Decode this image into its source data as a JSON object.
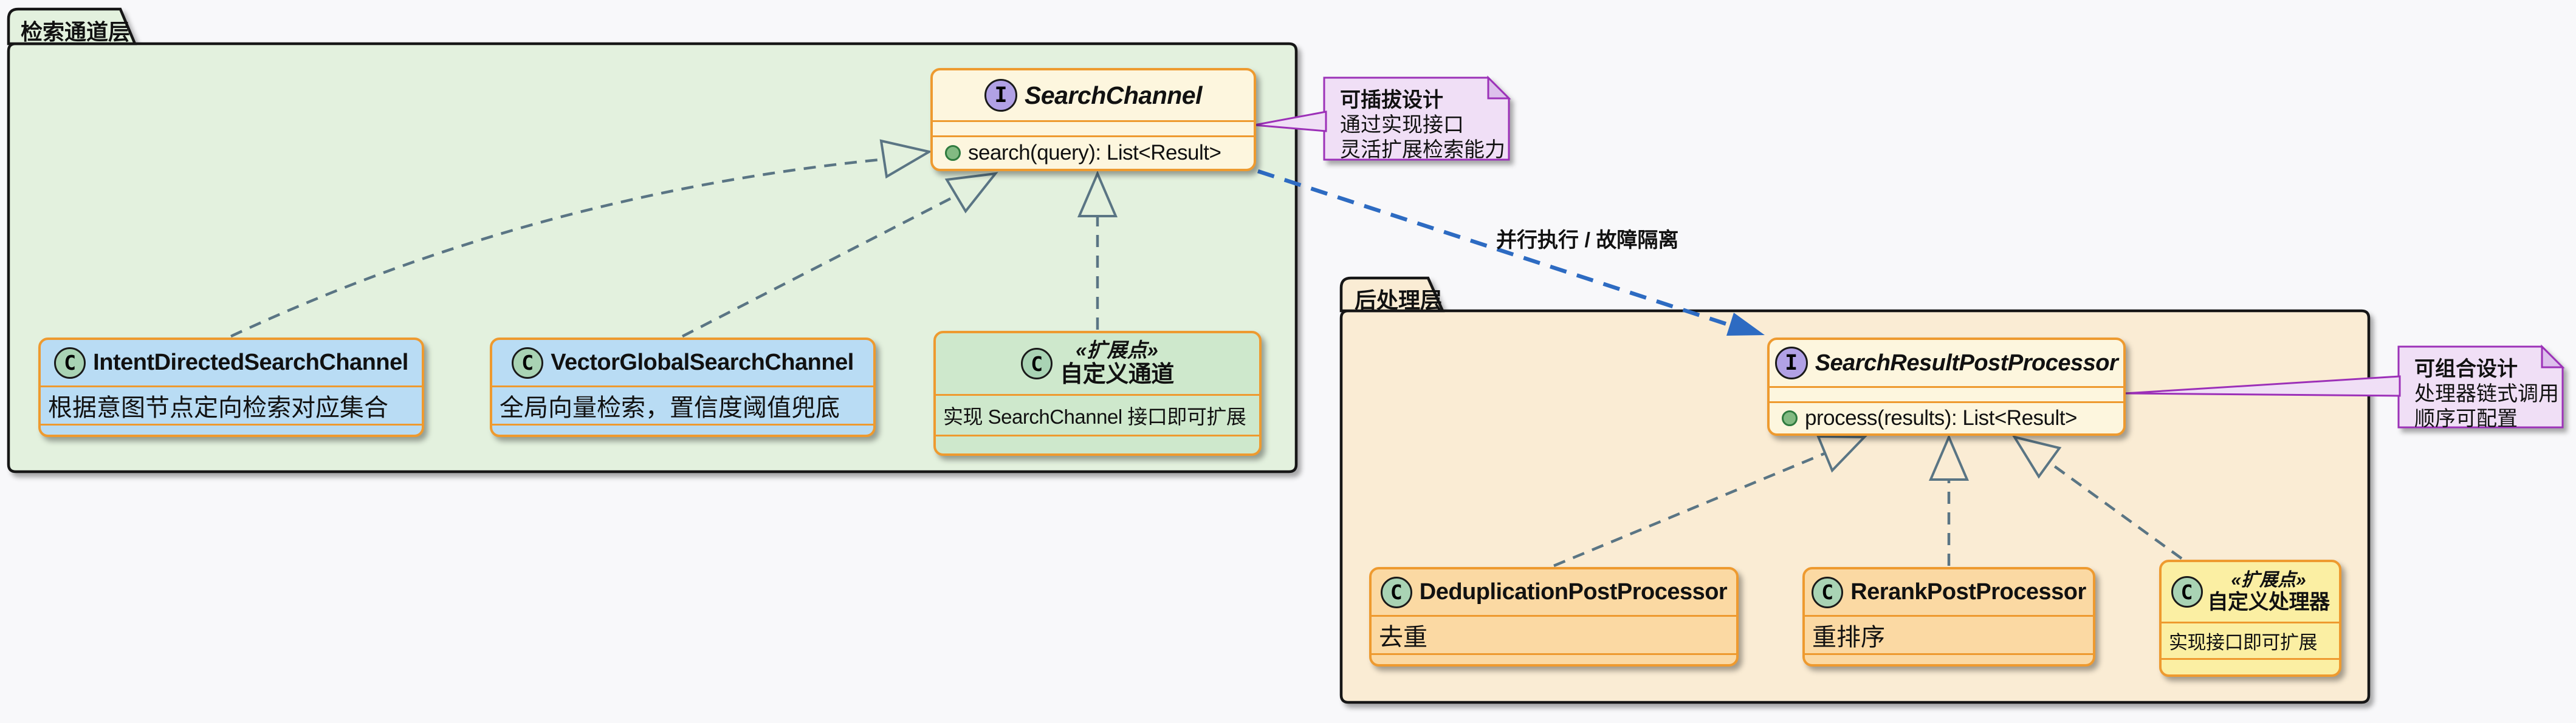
{
  "diagram": {
    "packages": [
      {
        "name": "检索通道层",
        "interface": {
          "icon": "I",
          "name": "SearchChannel",
          "method": "search(query): List<Result>"
        },
        "classes": [
          {
            "icon": "C",
            "name": "IntentDirectedSearchChannel",
            "description": "根据意图节点定向检索对应集合"
          },
          {
            "icon": "C",
            "name": "VectorGlobalSearchChannel",
            "description": "全局向量检索，置信度阈值兜底"
          },
          {
            "icon": "C",
            "stereotype": "«扩展点»",
            "name": "自定义通道",
            "description": "实现 SearchChannel 接口即可扩展"
          }
        ],
        "note": {
          "title": "可插拔设计",
          "lines": [
            "通过实现接口",
            "灵活扩展检索能力"
          ]
        }
      },
      {
        "name": "后处理层",
        "interface": {
          "icon": "I",
          "name": "SearchResultPostProcessor",
          "method": "process(results): List<Result>"
        },
        "classes": [
          {
            "icon": "C",
            "name": "DeduplicationPostProcessor",
            "description": "去重"
          },
          {
            "icon": "C",
            "name": "RerankPostProcessor",
            "description": "重排序"
          },
          {
            "icon": "C",
            "stereotype": "«扩展点»",
            "name": "自定义处理器",
            "description": "实现接口即可扩展"
          }
        ],
        "note": {
          "title": "可组合设计",
          "lines": [
            "处理器链式调用",
            "顺序可配置"
          ]
        }
      }
    ],
    "edges": {
      "parallel_label": "并行执行 / 故障隔离"
    },
    "colors": {
      "package_search_fill": "#e3f1de",
      "package_post_fill": "#faecd4",
      "box_border": "#ee9a2f",
      "interface_fill": "#fdf6de",
      "class_blue_fill": "#b9dcf4",
      "class_green_fill": "#cee8cc",
      "class_orange_fill": "#fbd9a3",
      "class_yellow_fill": "#fbefa3",
      "note_fill": "#f0dff6",
      "note_border": "#9c30b8",
      "inherit_arrow": "#5a7584",
      "parallel_arrow": "#2d6bc2",
      "interface_icon_fill": "#b1a1e5",
      "class_icon_fill": "#a9d3b4"
    }
  }
}
